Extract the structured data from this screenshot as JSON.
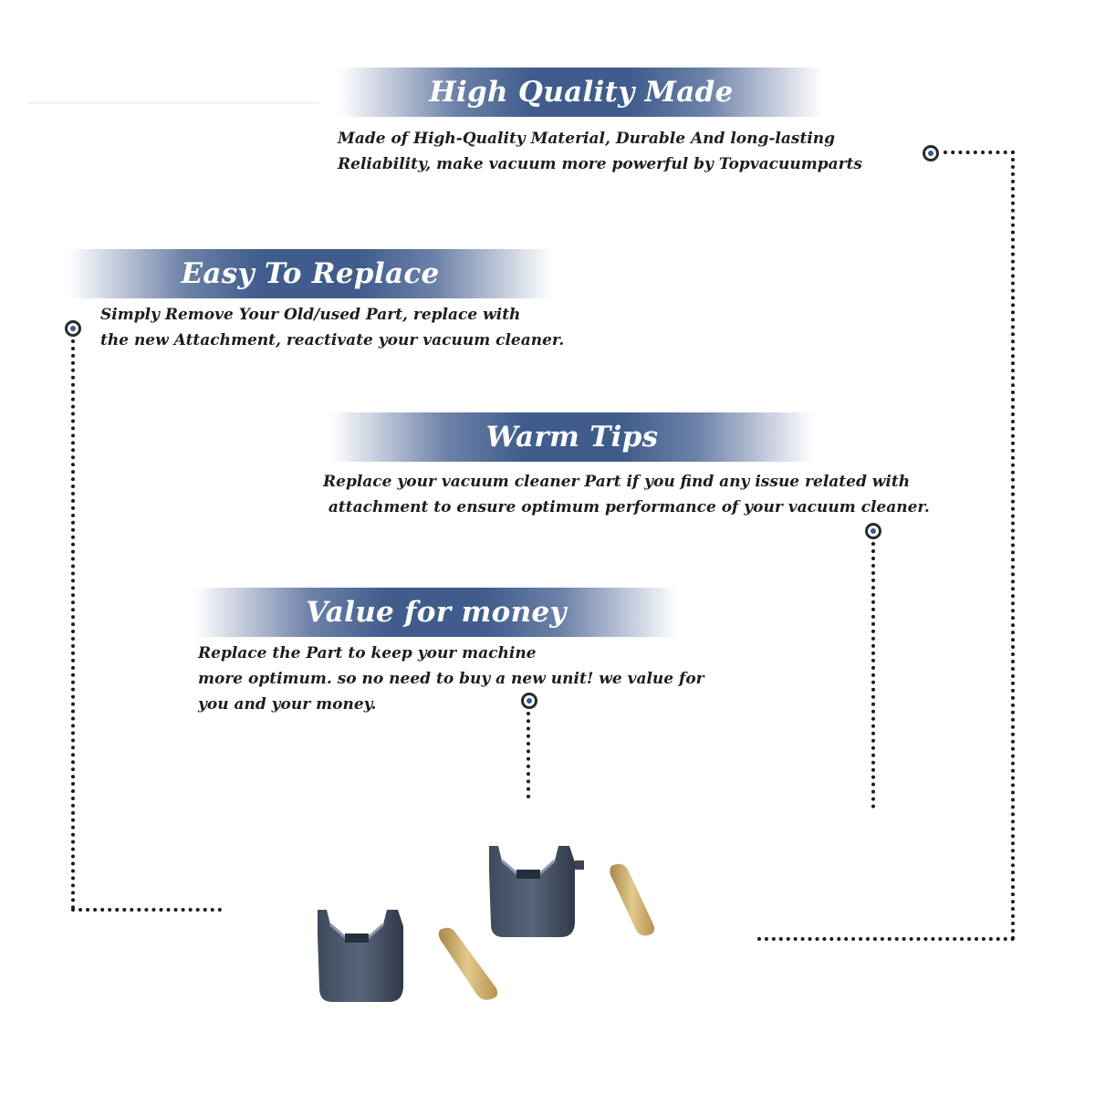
{
  "colors": {
    "banner": "#3f5c8c",
    "text": "#1d1d1d",
    "dots": "#1a1a1a",
    "marker_center": "#3a5a8c"
  },
  "sections": [
    {
      "title": "High Quality Made",
      "lines": [
        "Made of  High-Quality Material, Durable And long-lasting",
        "Reliability, make vacuum more powerful by Topvacuumparts"
      ]
    },
    {
      "title": "Easy To Replace",
      "lines": [
        "Simply Remove Your Old/used Part, replace with",
        "the new Attachment, reactivate your vacuum cleaner."
      ]
    },
    {
      "title": "Warm Tips",
      "lines": [
        "Replace your vacuum cleaner Part if you find any issue related with",
        " attachment to ensure optimum performance of your vacuum cleaner."
      ]
    },
    {
      "title": "Value for money",
      "lines": [
        "Replace the Part to keep your machine",
        "more optimum. so no need to buy a new unit! we value for",
        "you and your money."
      ]
    }
  ],
  "product_image": {
    "icon": "vacuum-brush-parts-photo"
  }
}
